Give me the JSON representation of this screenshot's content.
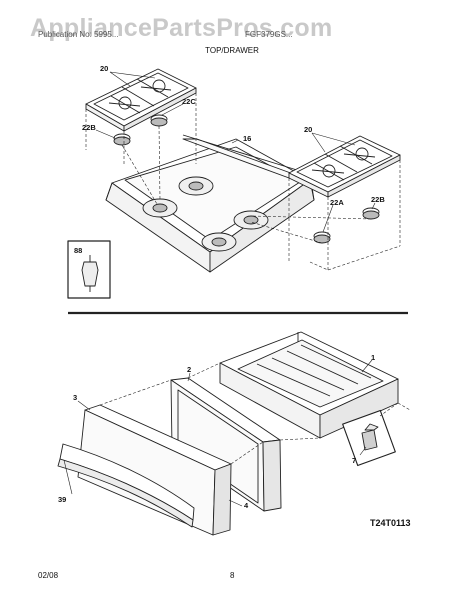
{
  "watermark": "AppliancePartsPros.com",
  "header": {
    "left": "Publication No: 5995...",
    "right": "FGF379GS..."
  },
  "title": "TOP/DRAWER",
  "footer": {
    "date": "02/08",
    "page": "8"
  },
  "diagram_code": "T24T0113",
  "callouts": {
    "grate_left": "20",
    "cap_22c": "22C",
    "cap_22b_left": "22B",
    "cooktop": "16",
    "grate_right": "20",
    "cap_22a": "22A",
    "cap_22b_right": "22B",
    "inset_part": "88",
    "drawer": "1",
    "panel": "2",
    "front": "3",
    "front_back": "4",
    "handle": "39",
    "clip": "7"
  }
}
